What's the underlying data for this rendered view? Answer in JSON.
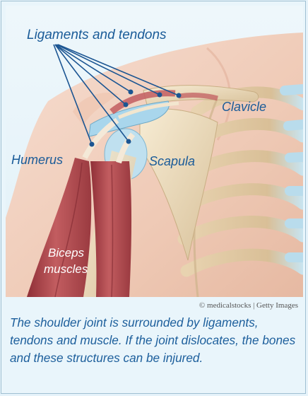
{
  "labels": {
    "ligaments": "Ligaments and tendons",
    "clavicle": "Clavicle",
    "humerus": "Humerus",
    "scapula": "Scapula",
    "biceps_line1": "Biceps",
    "biceps_line2": "muscles"
  },
  "credit": "© medicalstocks | Getty Images",
  "caption": "The shoulder joint is surrounded by ligaments, tendons and muscle. If the joint dislocates, the bones and these structures can be injured.",
  "colors": {
    "label": "#1a5b98",
    "leader_line": "#1b5592",
    "muscle": "#b04a4f",
    "bone": "#ecdcbc",
    "skin": "#f1d0bf",
    "cartilage": "#a9d6ec"
  }
}
